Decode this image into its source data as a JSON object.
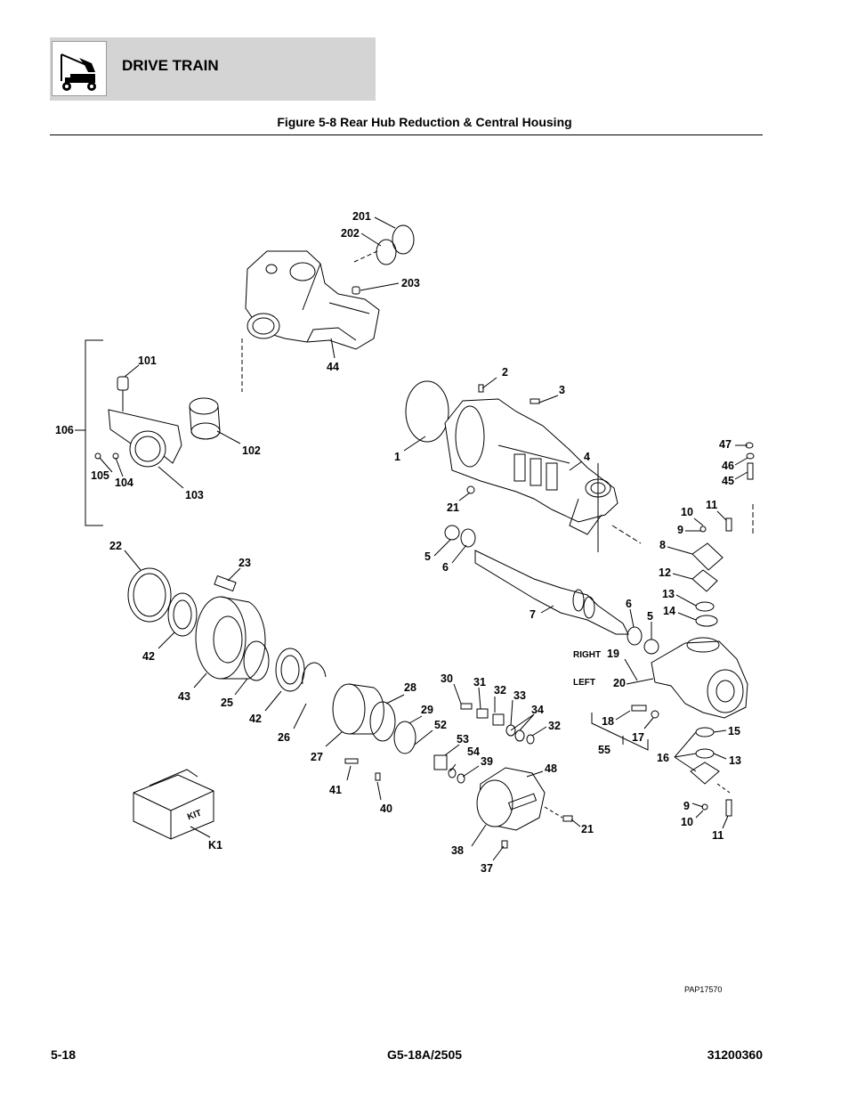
{
  "header": {
    "section_title": "DRIVE TRAIN",
    "figure_title": "Figure 5-8 Rear Hub Reduction & Central Housing"
  },
  "diagram": {
    "figure_id": "PAP17570",
    "callouts": {
      "c201": "201",
      "c202": "202",
      "c203": "203",
      "c44": "44",
      "c101": "101",
      "c106": "106",
      "c105": "105",
      "c104": "104",
      "c103": "103",
      "c102": "102",
      "c2": "2",
      "c3": "3",
      "c1": "1",
      "c4": "4",
      "c21a": "21",
      "c47": "47",
      "c46": "46",
      "c45": "45",
      "c10a": "10",
      "c11a": "11",
      "c9a": "9",
      "c8": "8",
      "c12": "12",
      "c13a": "13",
      "c14": "14",
      "c5a": "5",
      "c6a": "6",
      "c7": "7",
      "c6b": "6",
      "c5b": "5",
      "c22": "22",
      "c23": "23",
      "c42a": "42",
      "c43": "43",
      "c25": "25",
      "c42b": "42",
      "c26": "26",
      "c27": "27",
      "c28": "28",
      "right_label": "RIGHT",
      "c19": "19",
      "left_label": "LEFT",
      "c20": "20",
      "c30": "30",
      "c31": "31",
      "c32a": "32",
      "c33": "33",
      "c34": "34",
      "c32b": "32",
      "c29": "29",
      "c52": "52",
      "c53": "53",
      "c54": "54",
      "c39": "39",
      "c48": "48",
      "c41": "41",
      "c40": "40",
      "c18": "18",
      "c17": "17",
      "c55": "55",
      "c15": "15",
      "c16": "16",
      "c13b": "13",
      "c9b": "9",
      "c10b": "10",
      "c11b": "11",
      "c21b": "21",
      "c38": "38",
      "c37": "37",
      "kit_text": "KIT",
      "k1": "K1"
    }
  },
  "footer": {
    "page_number": "5-18",
    "model": "G5-18A/2505",
    "part_number": "31200360"
  }
}
